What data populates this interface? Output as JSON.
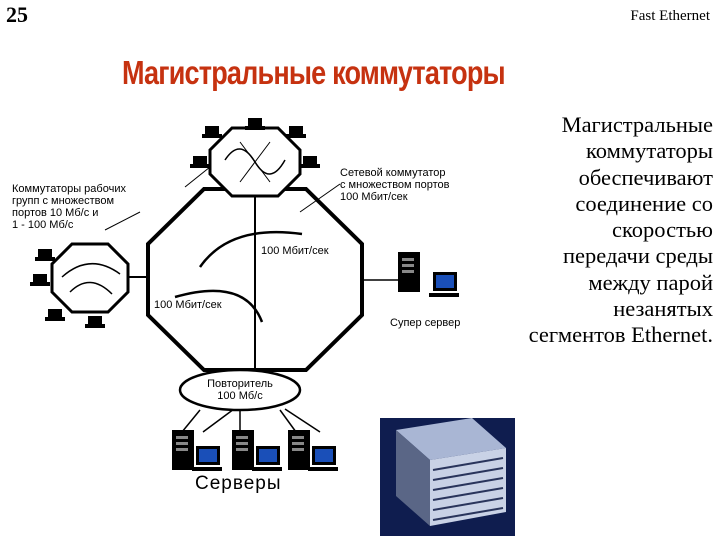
{
  "header": {
    "slide_number": "25",
    "course": "Fast Ethernet"
  },
  "title": "Магистральные коммутаторы",
  "body_text": "Магистральные коммутаторы обеспечивают соединение со скоростью передачи среды между парой незанятых сегментов Ethernet.",
  "diagram": {
    "workgroup_switches": [
      "Коммутаторы рабочих",
      "групп с множеством",
      "портов 10 Мб/с и",
      "1 - 100 Мб/с"
    ],
    "network_switch": [
      "Сетевой коммутатор",
      "с множеством портов",
      "100 Мбит/сек"
    ],
    "link_top": "100 Мбит/сек",
    "link_left": "100 Мбит/сек",
    "super_server": "Супер сервер",
    "repeater": [
      "Повторитель",
      "100 Мб/с"
    ],
    "servers": "Серверы"
  }
}
